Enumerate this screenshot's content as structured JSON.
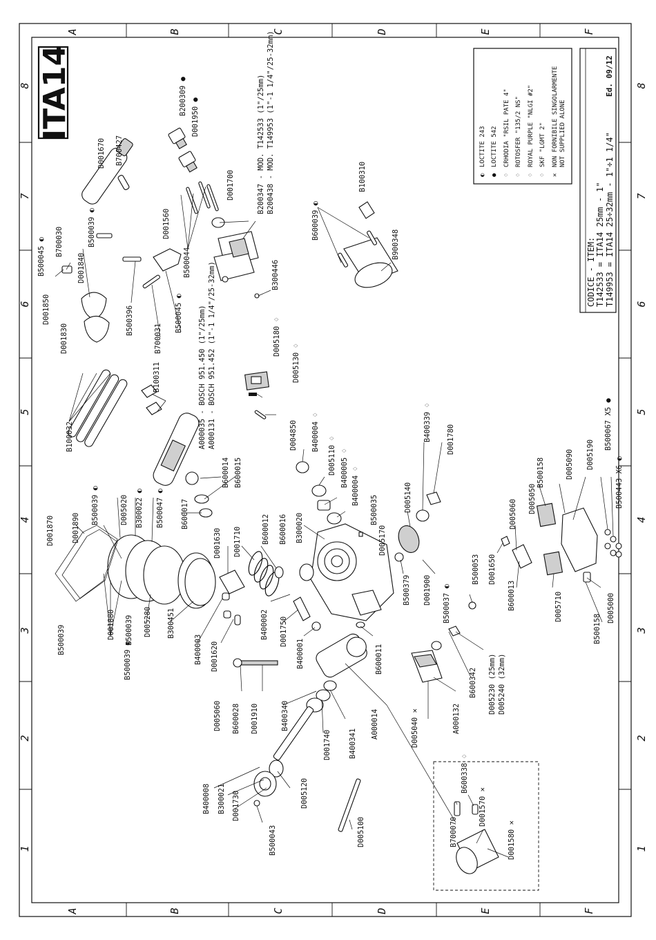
{
  "sheet": {
    "title": "ITA14",
    "edition": "Ed. 09/12",
    "grid_letters": [
      "A",
      "B",
      "C",
      "D",
      "E",
      "F"
    ],
    "grid_numbers": [
      "1",
      "2",
      "3",
      "4",
      "5",
      "6",
      "7",
      "8"
    ]
  },
  "legend": [
    {
      "symbol": "◐",
      "text": "LOCTITE 243"
    },
    {
      "symbol": "●",
      "text": "LOCTITE 542"
    },
    {
      "symbol": "♢",
      "text": "CRHODIA \"RSIL PATE 4\""
    },
    {
      "symbol": "♢",
      "text": "ROTOSFER \"135/2 NS\""
    },
    {
      "symbol": "♢",
      "text": "ROYAL PURPLE \"NLGI #2\""
    },
    {
      "symbol": "♢",
      "text": "SKF \"LGMT 2\""
    },
    {
      "symbol": "✕",
      "text": "NON FORNIBILE SINGOLARMENTE"
    },
    {
      "symbol": "",
      "text": "NOT SUPPLIED ALONE"
    }
  ],
  "title_block": {
    "header": "CODICE - ITEM:",
    "line1": "T142533 = ITA14 25mm - 1\"",
    "line2": "T149953 = ITA14 25÷32mm - 1\"÷1 1/4\""
  },
  "labels": [
    "B500045 ◐",
    "B700030",
    "D001840",
    "D001850",
    "D001830",
    "B500396",
    "B700031",
    "B500045 ◐",
    "D001670",
    "B700427",
    "B500039 ◐",
    "D001560",
    "B500044",
    "D001700",
    "B200309 ●",
    "D001950 ●",
    "B200347 - MOD. T142533 (1\"/25mm)",
    "B200438 - MOD. T149953 (1\"-1 1/4\"/25-32mm)",
    "B300446",
    "D005180 ♢",
    "D005130 ♢",
    "B600039 ◐",
    "B100310",
    "B900348",
    "B100032",
    "B100311",
    "A000035 - BOSCH 951.450 (1\"/25mm)",
    "A000131 - BOSCH 951.452 (1\"-1 1/4\"/25-32mm)",
    "B600014",
    "B600015",
    "B600017",
    "D004850",
    "B400004 ♢",
    "D005110 ♢",
    "B400005 ♢",
    "B400004 ♢",
    "B500035",
    "D005170",
    "B400339 ♢",
    "D001780",
    "D005140",
    "D001870",
    "D001890",
    "B500039 ◐",
    "D005020",
    "B300022 ◐",
    "B500047 ◐",
    "D001630",
    "D001710",
    "B600012",
    "B600016",
    "B300020",
    "D001880",
    "B500039",
    "B500039 ◐",
    "B500039",
    "D005280",
    "B300451",
    "B400003",
    "D001620",
    "B400002",
    "D001750",
    "B400001",
    "B600011",
    "B500379",
    "D001900",
    "B500037 ◐",
    "B500053",
    "D001650",
    "D005060",
    "D005050",
    "B500158",
    "D005090",
    "D005190",
    "B500067 X5 ●",
    "B500443 X6 ◐",
    "B600013",
    "D005710",
    "D005000",
    "B500158",
    "D005060",
    "B600028",
    "D001910",
    "B400340",
    "B400341",
    "D001740",
    "A000014",
    "D005040 ✕",
    "A000132",
    "B600342",
    "D005230 (25mm)",
    "D005240 (32mm)",
    "B400008",
    "B300021",
    "D001730",
    "D005120",
    "B500043",
    "D005100",
    "B700070",
    "B600338 ♢",
    "D001570 ✕",
    "D001580 ✕"
  ]
}
